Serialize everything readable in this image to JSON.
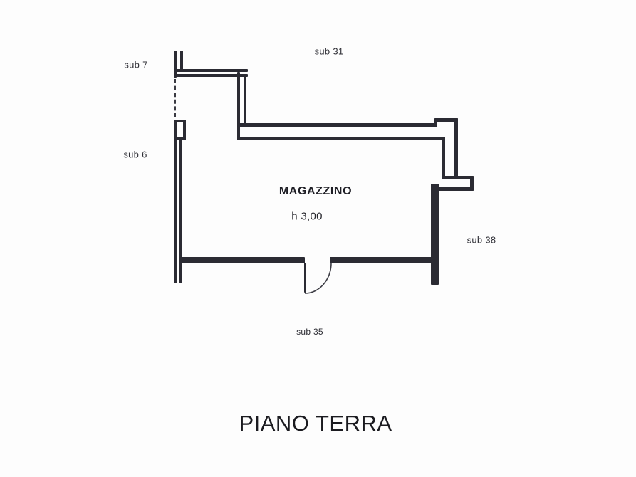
{
  "colors": {
    "ink": "#2b2b33",
    "text": "#222228",
    "background": "#fdfdfd"
  },
  "floorplan": {
    "title": "PIANO TERRA",
    "room": {
      "name": "MAGAZZINO",
      "height_label": "h 3,00"
    },
    "labels": {
      "sub7": "sub 7",
      "sub6": "sub 6",
      "sub31": "sub 31",
      "sub38": "sub 38",
      "sub35": "sub 35"
    }
  }
}
